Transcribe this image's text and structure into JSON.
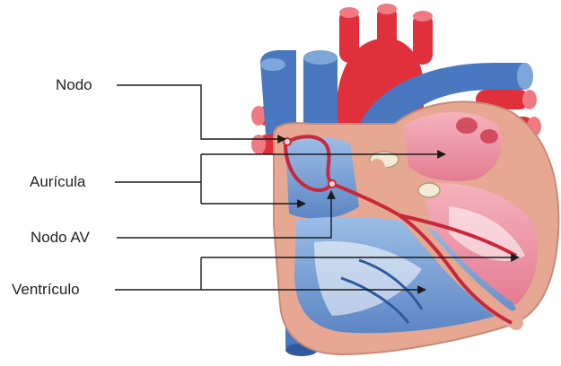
{
  "labels": {
    "nodo": "Nodo",
    "auricula": "Aurícula",
    "nodo_av": "Nodo AV",
    "ventriculo": "Ventrículo"
  },
  "colors": {
    "vein_blue": "#4a78c0",
    "vein_blue_dark": "#2f5a9e",
    "artery_red": "#e0303c",
    "wall_tan": "#e6a892",
    "wall_tan_dark": "#c98a76",
    "chamber_pink": "#ee8ea0",
    "chamber_blue": "#7fa6d8",
    "conduction_red": "#c8283a",
    "leader_line": "#1a1a1a"
  }
}
